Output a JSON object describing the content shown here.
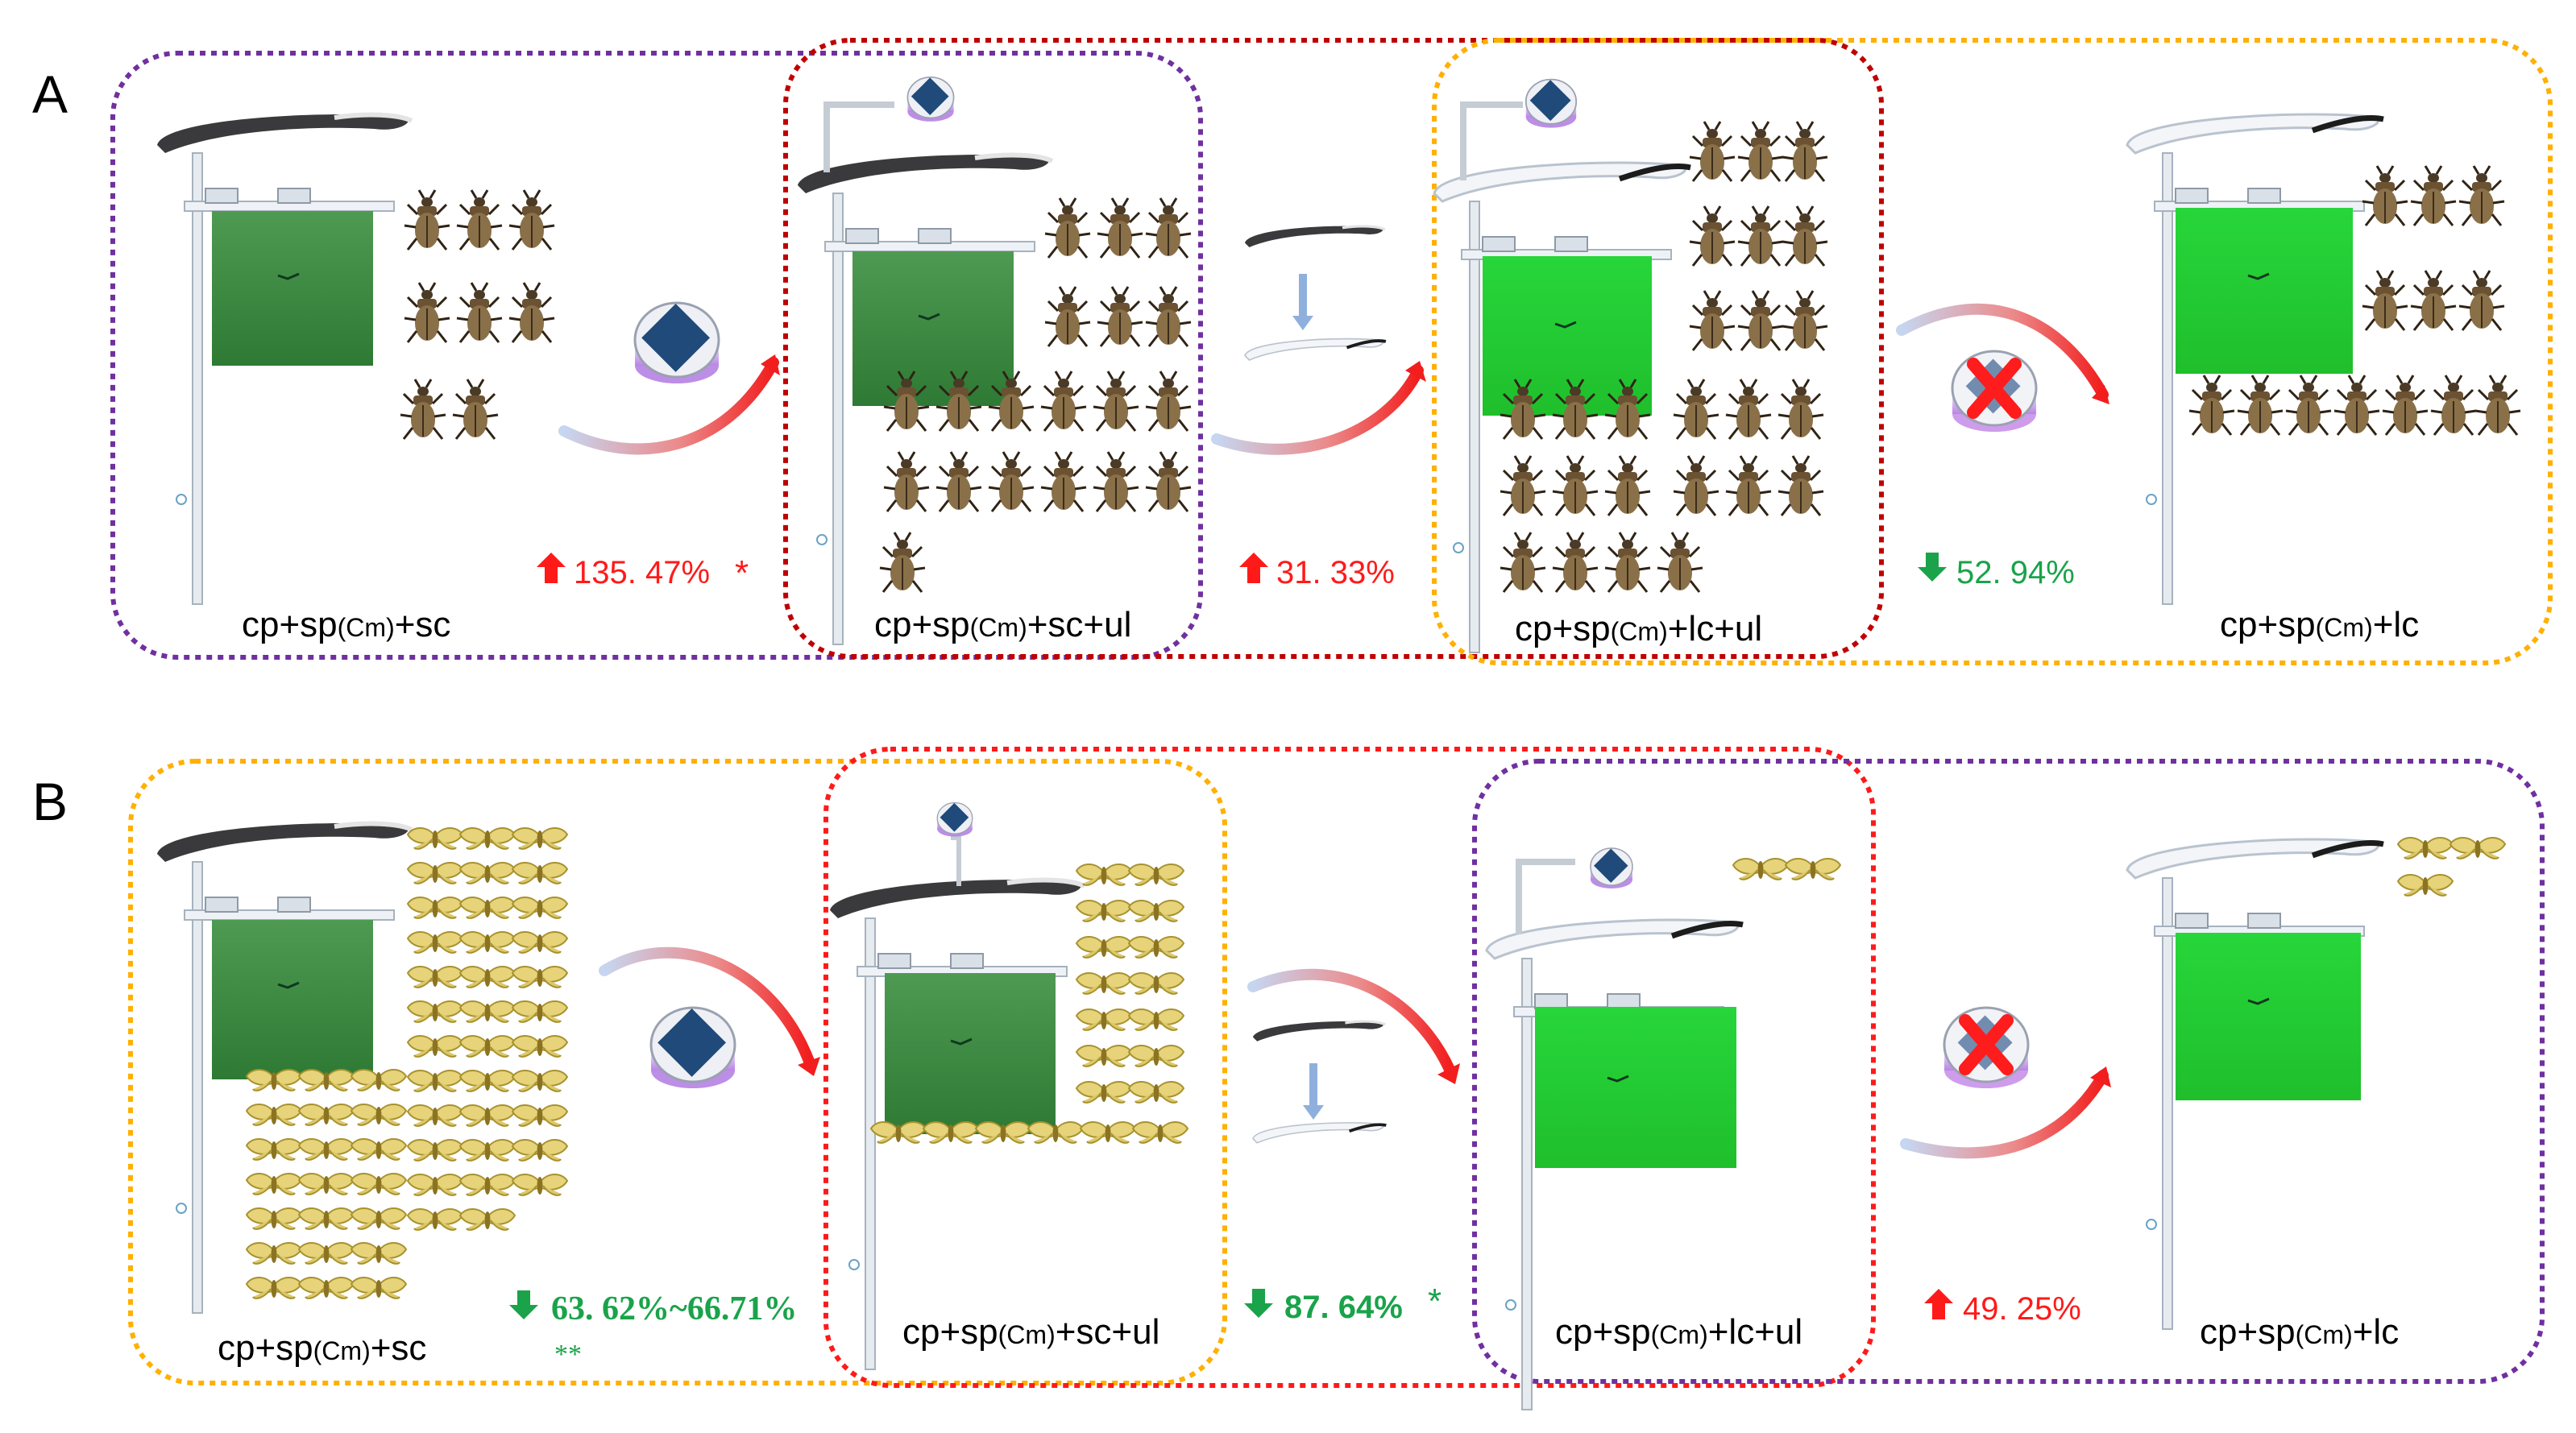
{
  "panels": [
    {
      "letter": "A",
      "conditions": [
        {
          "main": "cp+sp",
          "sub": "(Cm)",
          "tail": "+sc"
        },
        {
          "main": "cp+sp",
          "sub": "(Cm)",
          "tail": "+sc+ul"
        },
        {
          "main": "cp+sp",
          "sub": "(Cm)",
          "tail": "+lc+ul"
        },
        {
          "main": "cp+sp",
          "sub": "(Cm)",
          "tail": "+lc"
        }
      ],
      "changes": [
        {
          "direction": "up",
          "text": "135. 47%",
          "sig": "*"
        },
        {
          "direction": "up",
          "text": "31. 33%",
          "sig": ""
        },
        {
          "direction": "down",
          "text": "52. 94%",
          "sig": ""
        }
      ],
      "insect": "beetle"
    },
    {
      "letter": "B",
      "conditions": [
        {
          "main": "cp+sp",
          "sub": "(Cm)",
          "tail": "+sc"
        },
        {
          "main": "cp+sp",
          "sub": "(Cm)",
          "tail": "+sc+ul"
        },
        {
          "main": "cp+sp",
          "sub": "(Cm)",
          "tail": "+lc+ul"
        },
        {
          "main": "cp+sp",
          "sub": "(Cm)",
          "tail": "+lc"
        }
      ],
      "changes": [
        {
          "direction": "down",
          "text": "63. 62%~66.71%",
          "sig": "**"
        },
        {
          "direction": "down",
          "text": "87. 64%",
          "sig": "*"
        },
        {
          "direction": "up",
          "text": "49. 25%",
          "sig": ""
        }
      ],
      "insect": "moth"
    }
  ],
  "colors": {
    "purple": "#7030a0",
    "red": "#c00000",
    "orange": "#ffb000",
    "up": "#ff1a1a",
    "down": "#1aa34a"
  },
  "icons": [
    "trap-pole-icon",
    "dark-cover-icon",
    "light-cover-icon",
    "sticky-panel-icon",
    "uv-lamp-icon",
    "arrow-icon",
    "no-lamp-icon",
    "beetle-icon",
    "moth-icon"
  ]
}
